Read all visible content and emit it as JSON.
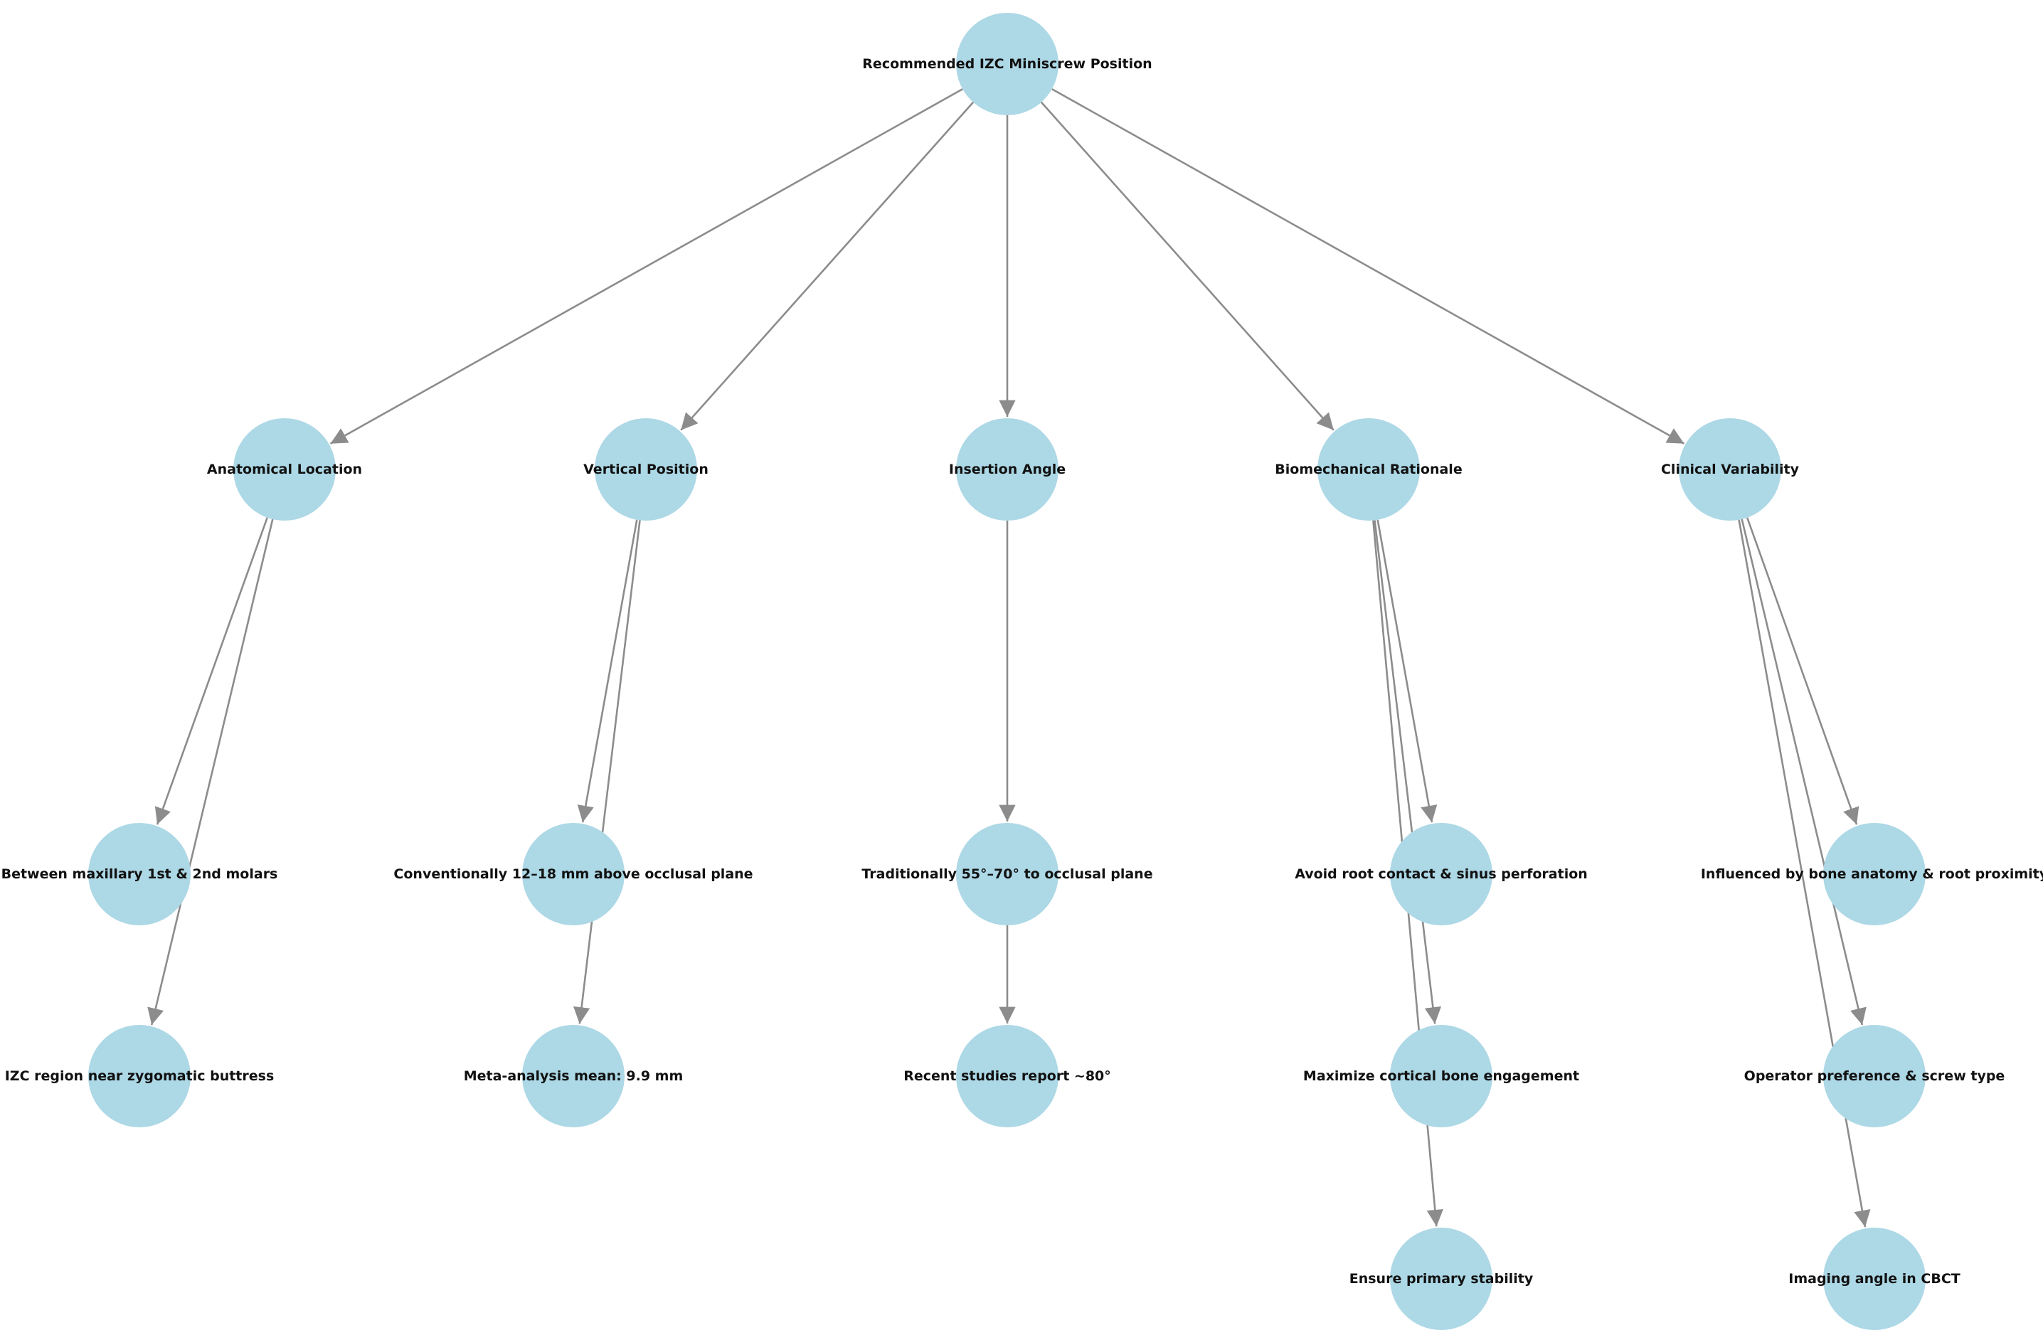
{
  "colors": {
    "node_fill": "#add8e6",
    "edge": "#8c8c8c"
  },
  "nodes": {
    "root": {
      "label": "Recommended IZC Miniscrew Position"
    },
    "anat": {
      "label": "Anatomical Location"
    },
    "vert": {
      "label": "Vertical Position"
    },
    "ins": {
      "label": "Insertion Angle"
    },
    "bio": {
      "label": "Biomechanical Rationale"
    },
    "clin": {
      "label": "Clinical Variability"
    },
    "anat1": {
      "label": "Between maxillary 1st & 2nd molars"
    },
    "anat2": {
      "label": "IZC region near zygomatic buttress"
    },
    "vert1": {
      "label": "Conventionally 12–18 mm above occlusal plane"
    },
    "vert2": {
      "label": "Meta-analysis mean: 9.9 mm"
    },
    "ins1": {
      "label": "Traditionally 55°–70° to occlusal plane"
    },
    "ins2": {
      "label": "Recent studies report ~80°"
    },
    "bio1": {
      "label": "Avoid root contact & sinus perforation"
    },
    "bio2": {
      "label": "Maximize cortical bone engagement"
    },
    "bio3": {
      "label": "Ensure primary stability"
    },
    "clin1": {
      "label": "Influenced by bone anatomy & root proximity"
    },
    "clin2": {
      "label": "Operator preference & screw type"
    },
    "clin3": {
      "label": "Imaging angle in CBCT"
    }
  },
  "edges": [
    [
      "root",
      "anat"
    ],
    [
      "root",
      "vert"
    ],
    [
      "root",
      "ins"
    ],
    [
      "root",
      "bio"
    ],
    [
      "root",
      "clin"
    ],
    [
      "anat",
      "anat1"
    ],
    [
      "anat",
      "anat2"
    ],
    [
      "vert",
      "vert1"
    ],
    [
      "vert",
      "vert2"
    ],
    [
      "ins",
      "ins1"
    ],
    [
      "ins1",
      "ins2"
    ],
    [
      "bio",
      "bio1"
    ],
    [
      "bio",
      "bio2"
    ],
    [
      "bio",
      "bio3"
    ],
    [
      "clin",
      "clin1"
    ],
    [
      "clin",
      "clin2"
    ],
    [
      "clin",
      "clin3"
    ]
  ]
}
